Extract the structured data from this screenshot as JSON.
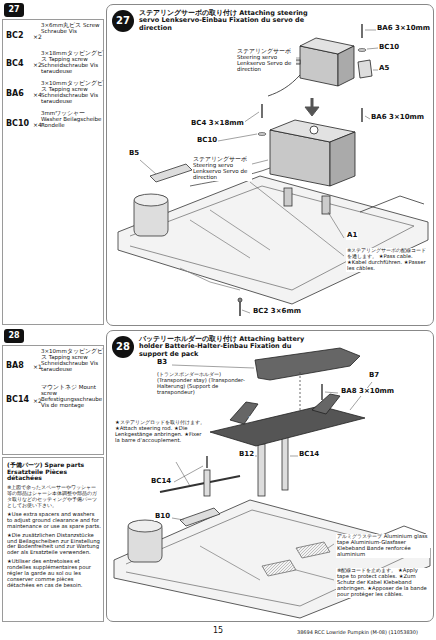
{
  "diagram": {
    "nodes": [
      {
        "text": [
          "27"
        ]
      },
      {
        "text": [
          "3×6mm丸ビス Screw Schraube Vis",
          "BC2",
          "×2",
          "3×18mmタッピングビス Tapping screw Schneidschraube Vis taraudeuse",
          "BC4",
          "×2",
          "3×10mmタッピングビス Tapping screw Schneidschraube Vis taraudeuse",
          "BA6",
          "×4",
          "3mmワッシャー Washer Beilagscheibe Rondelle",
          "BC10",
          "×4"
        ]
      },
      {
        "text": [
          "ステアリングサーボの取り付け Attaching steering servo Lenkservo-Einbau Fixation du servo de direction"
        ]
      },
      {
        "text": [
          "27"
        ],
        "in": 2
      },
      {
        "text": [
          "28"
        ]
      },
      {
        "text": [
          "3×10mmタッピングビス Tapping screw Schneidschraube Vis taraudeuse",
          "BA8",
          "×1",
          "マウントネジ Mount screw Befestigungsschraube Vis de montage",
          "BC14",
          "×2"
        ]
      },
      {
        "text": [
          "(予備パーツ) Spare parts Ersatzteile Pièces détachées",
          "※上図で余ったスペーサーやワッシャー等の部品はシャーシ本体調整や部品のガタ取りなどのセッティングや予備パーツとしてお使い下さい。",
          "★Use extra spacers and washers to adjust ground clearance and for maintenance or use as spare parts.",
          "★Die zusätzlichen Distanzstücke und Beilagscheiben zur Einstellung der Bodenfreiheit und zur Wartung oder als Ersatzteile verwenden.",
          "★Utiliser des entretoises et rondelles supplémentaires pour régler la garde au sol ou les conserver comme pièces détachées en cas de besoin."
        ]
      },
      {
        "text": [
          "バッテリーホルダーの取り付け Attaching battery holder Batterie-Halter-Einbau Fixation du support de pack"
        ]
      },
      {
        "text": [
          "28"
        ],
        "in": 7
      }
    ],
    "labels": [
      "ステアリングサーボ Steering servo Lenkservo Servo de direction",
      "BA6 3×10mm",
      "BC10",
      "A5",
      "BC4 3×18mm",
      "BA6 3×10mm",
      "BC10",
      "B5",
      "ステアリングサーボ Steering servo Lenkservo Servo de direction",
      "A1",
      "※ステアリングサーボの配線コードを通します。 ★Pass cable. ★Kabel durchführen. ★Passer les câbles.",
      "BC2 3×6mm",
      "B3",
      "(トランスポンダーホルダー) (Transponder stay) (Transponder-Halterung) (Support de transpondeur)",
      "B7",
      "TAMIYA",
      "BA8 3×10mm",
      "★ステアリングロッドを取り付けます。 ★Attach steering rod. ★Die Lenkgestänge anbringen. ★Fixer la barre d'accouplement.",
      "BC14",
      "B12",
      "BC14",
      "B10",
      "アルミグラステープ Aluminium glass tape Aluminium-Glasfaser Klebeband Bande renforcée aluminium",
      "※配線コードを止めます。 ★Apply tape to protect cables. ★Zum Schutz der Kabel Klebeband anbringen. ★Apposer de la bande pour protéger les câbles.",
      "15",
      "38694 RCC Lowride Pumpkin (M-08) (11053830)"
    ]
  }
}
